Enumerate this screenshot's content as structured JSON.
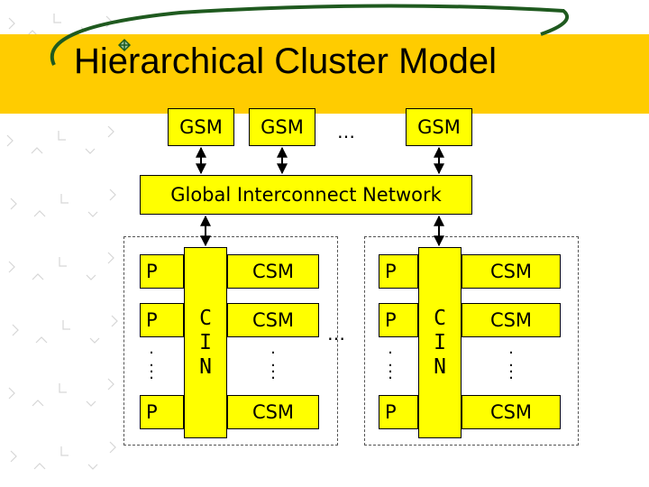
{
  "title": "Hierarchical Cluster Model",
  "gsm_row": {
    "labels": [
      "GSM",
      "GSM",
      "GSM"
    ],
    "ellipsis": "…"
  },
  "network": {
    "label": "Global Interconnect Network"
  },
  "clusters": [
    {
      "p_labels": [
        "P",
        "P",
        "P"
      ],
      "csm_labels": [
        "CSM",
        "CSM",
        "CSM"
      ],
      "cin_letters": [
        "C",
        "I",
        "N"
      ],
      "dots": ". . :"
    },
    {
      "p_labels": [
        "P",
        "P",
        "P"
      ],
      "csm_labels": [
        "CSM",
        "CSM",
        "CSM"
      ],
      "cin_letters": [
        "C",
        "I",
        "N"
      ],
      "dots": ". . :"
    }
  ],
  "between_clusters_ellipsis": "…",
  "colors": {
    "box_fill": "#ffff00",
    "title_band": "#ffcc00",
    "swoosh": "#1f5a1f"
  }
}
